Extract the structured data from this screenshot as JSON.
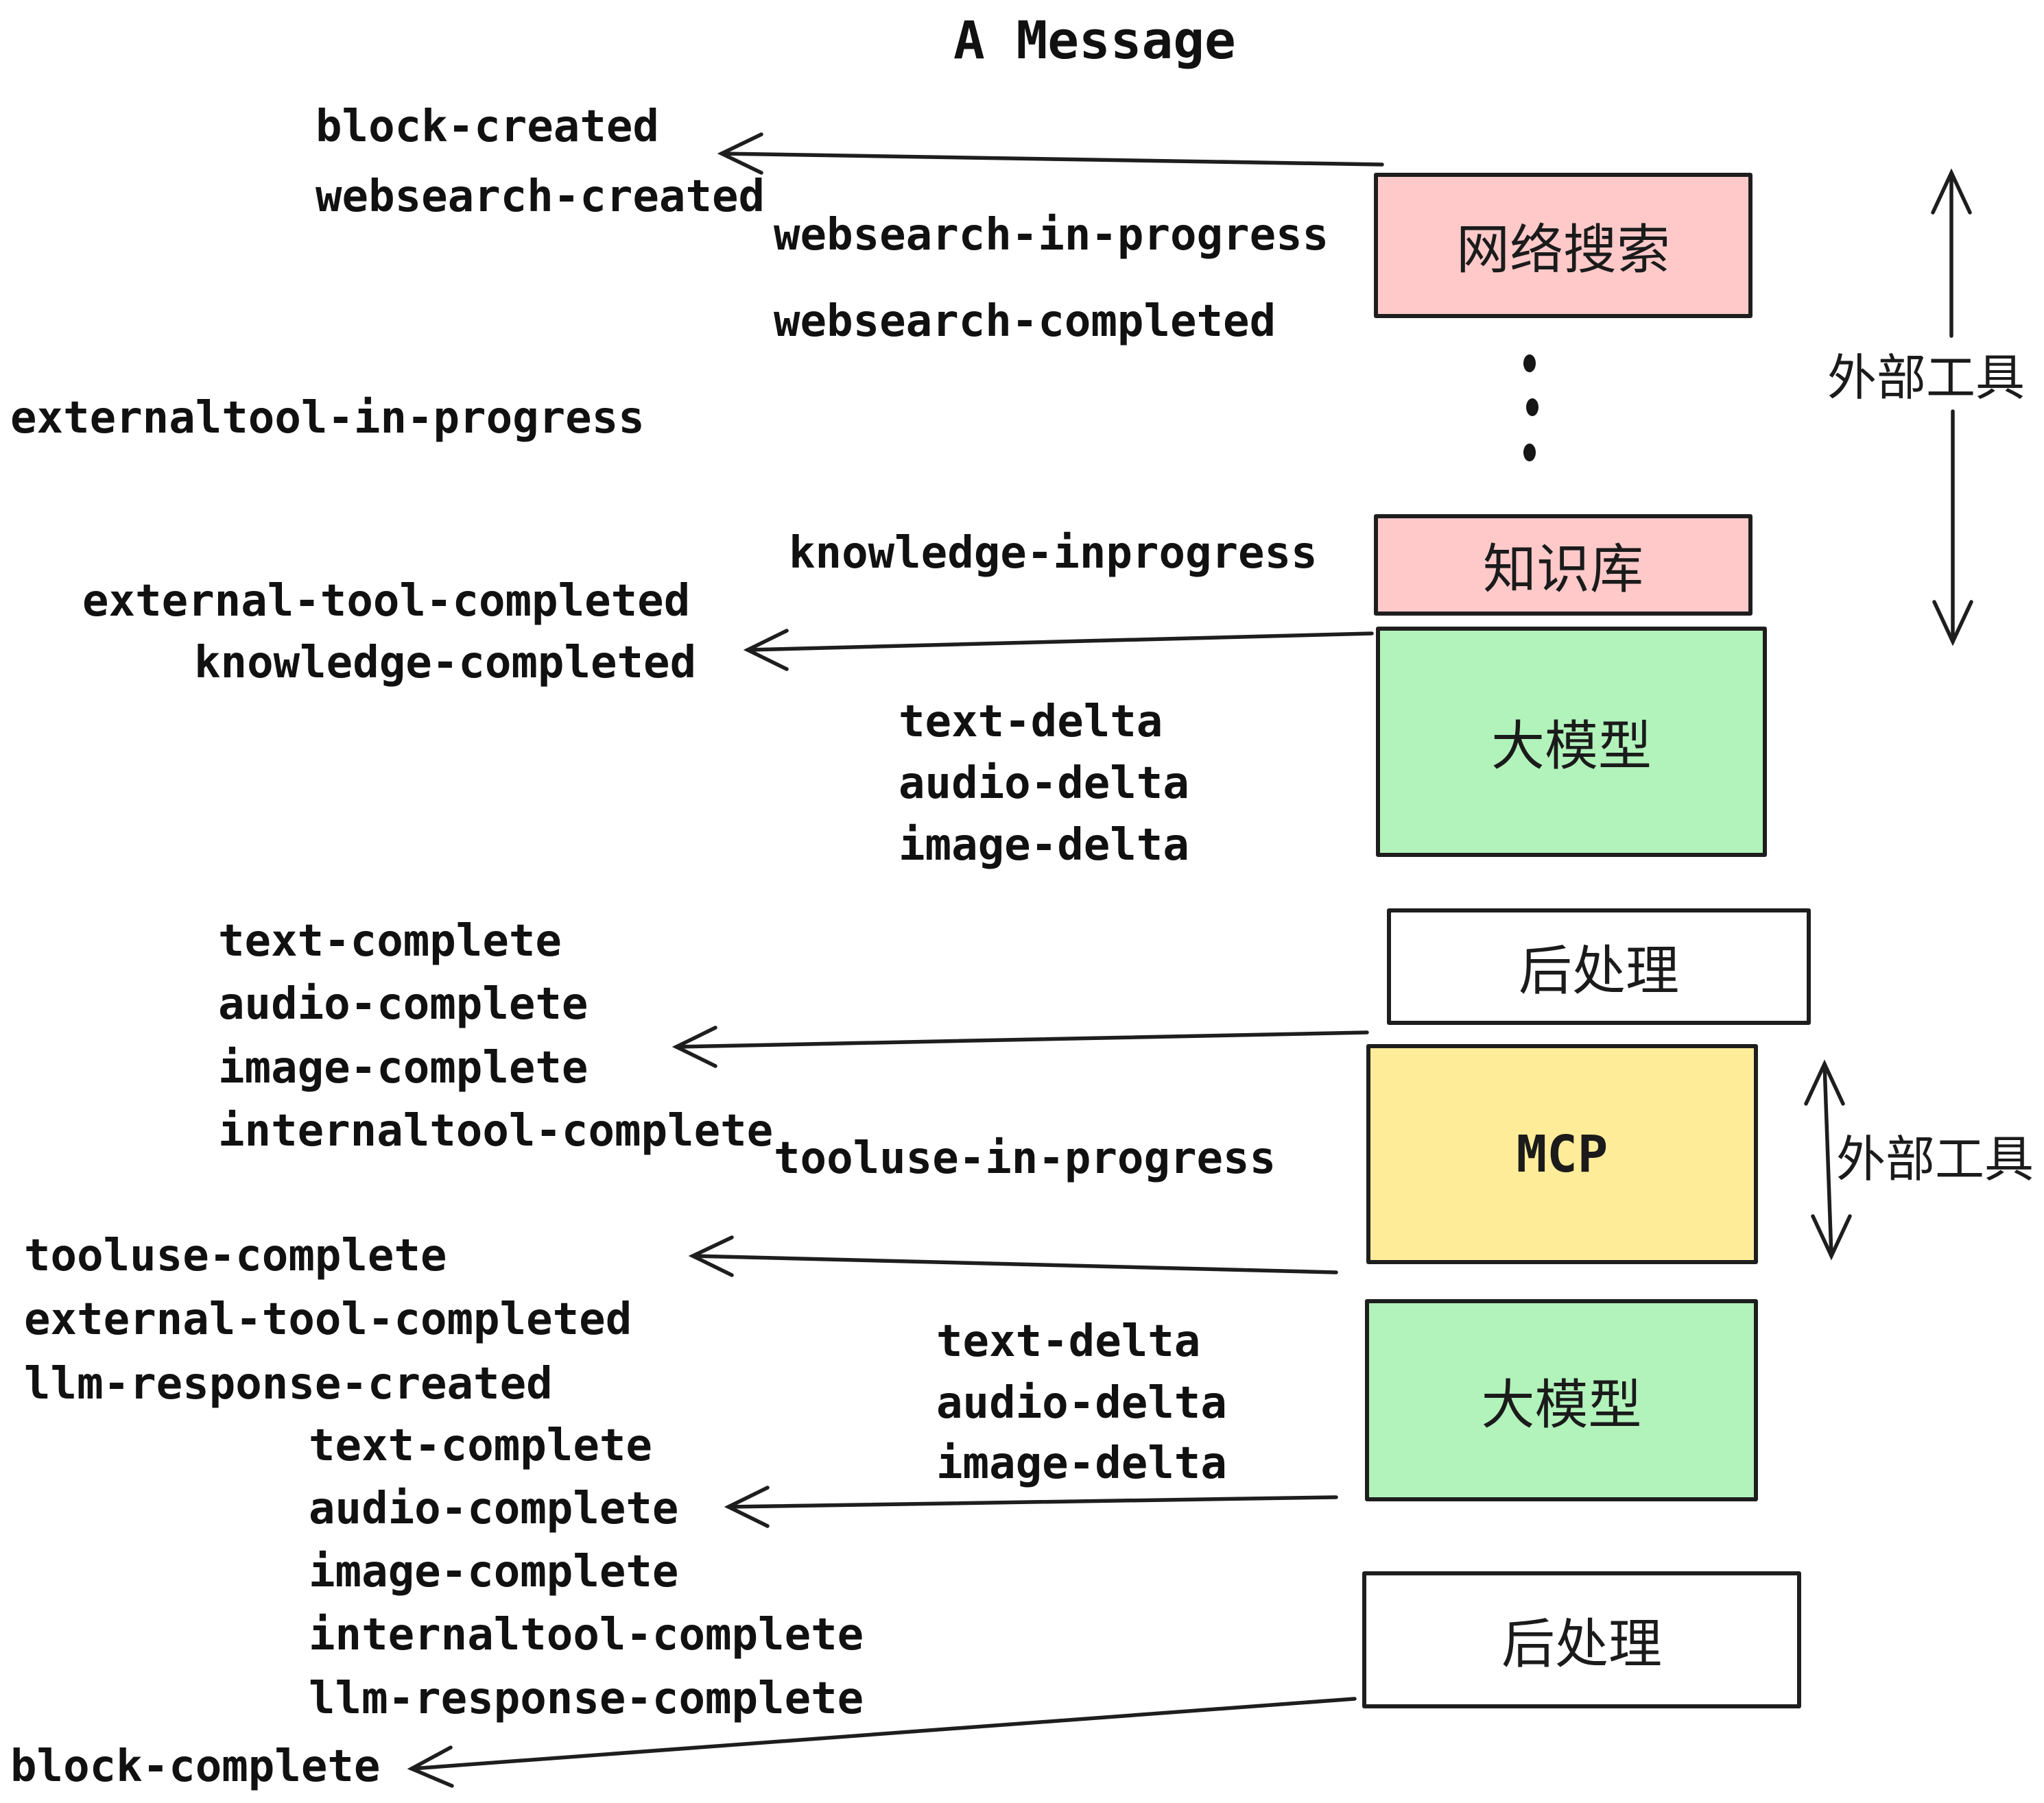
{
  "title": "A Message",
  "colors": {
    "ink": "#1e1e1e",
    "pink": "#ffc9c9",
    "green": "#b2f2bb",
    "yellow": "#ffec99",
    "white": "#ffffff"
  },
  "boxes": {
    "websearch": {
      "label": "网络搜索"
    },
    "knowledge": {
      "label": "知识库"
    },
    "llm1": {
      "label": "大模型"
    },
    "post1": {
      "label": "后处理"
    },
    "mcp": {
      "label": "MCP"
    },
    "llm2": {
      "label": "大模型"
    },
    "post2": {
      "label": "后处理"
    }
  },
  "side_labels": {
    "external_tools_1": "外部工具",
    "external_tools_2": "外部工具"
  },
  "events": {
    "block_created": "block-created",
    "websearch_created": "websearch-created",
    "websearch_in_progress": "websearch-in-progress",
    "websearch_completed": "websearch-completed",
    "externaltool_in_progress": "externaltool-in-progress",
    "knowledge_inprogress": "knowledge-inprogress",
    "external_tool_completed_1": "external-tool-completed",
    "knowledge_completed": "knowledge-completed",
    "text_delta_1": "text-delta",
    "audio_delta_1": "audio-delta",
    "image_delta_1": "image-delta",
    "text_complete_1": "text-complete",
    "audio_complete_1": "audio-complete",
    "image_complete_1": "image-complete",
    "internaltool_complete_1": "internaltool-complete",
    "tooluse_in_progress": "tooluse-in-progress",
    "tooluse_complete": "tooluse-complete",
    "external_tool_completed_2": "external-tool-completed",
    "llm_response_created": "llm-response-created",
    "text_delta_2": "text-delta",
    "audio_delta_2": "audio-delta",
    "image_delta_2": "image-delta",
    "text_complete_2": "text-complete",
    "audio_complete_2": "audio-complete",
    "image_complete_2": "image-complete",
    "internaltool_complete_2": "internaltool-complete",
    "llm_response_complete": "llm-response-complete",
    "block_complete": "block-complete"
  }
}
